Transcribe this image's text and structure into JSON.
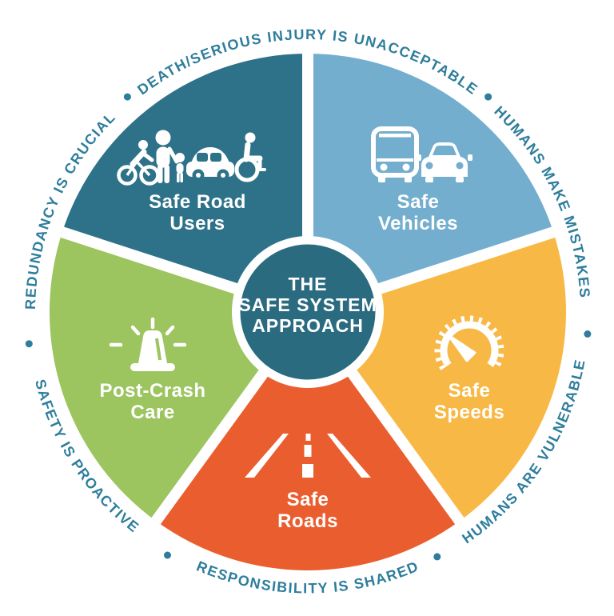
{
  "diagram": {
    "title": "The Safe System Approach",
    "center": {
      "line1": "THE",
      "line2": "SAFE SYSTEM",
      "line3": "APPROACH"
    }
  },
  "wedges": [
    {
      "name": "Safe Road Users",
      "line1": "Safe Road",
      "line2": "Users",
      "color": "#2E7289",
      "icon": "road-users"
    },
    {
      "name": "Safe Vehicles",
      "line1": "Safe",
      "line2": "Vehicles",
      "color": "#74AECE",
      "icon": "bus-and-car"
    },
    {
      "name": "Safe Speeds",
      "line1": "Safe",
      "line2": "Speeds",
      "color": "#F8B845",
      "icon": "speedometer"
    },
    {
      "name": "Safe Roads",
      "line1": "Safe",
      "line2": "Roads",
      "color": "#EA5D2E",
      "icon": "road"
    },
    {
      "name": "Post-Crash Care",
      "line1": "Post-Crash",
      "line2": "Care",
      "color": "#9CC45F",
      "icon": "emergency-siren"
    }
  ],
  "outer_ring": {
    "text_color": "#2E7D9C",
    "principles": {
      "redundancy": "REDUNDANCY IS CRUCIAL",
      "death": "DEATH/SERIOUS INJURY IS UNACCEPTABLE",
      "mistakes": "HUMANS MAKE MISTAKES",
      "vulnerable": "HUMANS ARE VULNERABLE",
      "shared": "RESPONSIBILITY IS SHARED",
      "proactive": "SAFETY IS PROACTIVE"
    }
  },
  "colors": {
    "background": "#FFFFFF",
    "center_circle": "#2A6B80",
    "divider": "#FFFFFF",
    "icon": "#FFFFFF"
  }
}
